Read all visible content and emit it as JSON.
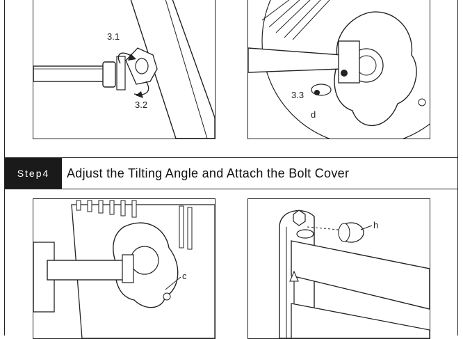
{
  "step": {
    "badge": "Step4",
    "title": "Adjust the Tilting Angle and Attach the Bolt Cover"
  },
  "figures": {
    "top_left": {
      "labels": [
        "3.1",
        "3.2"
      ]
    },
    "top_right": {
      "labels": [
        "3.3",
        "d"
      ]
    },
    "bottom_left": {
      "labels": [
        "c"
      ]
    },
    "bottom_right": {
      "labels": [
        "h"
      ]
    }
  }
}
